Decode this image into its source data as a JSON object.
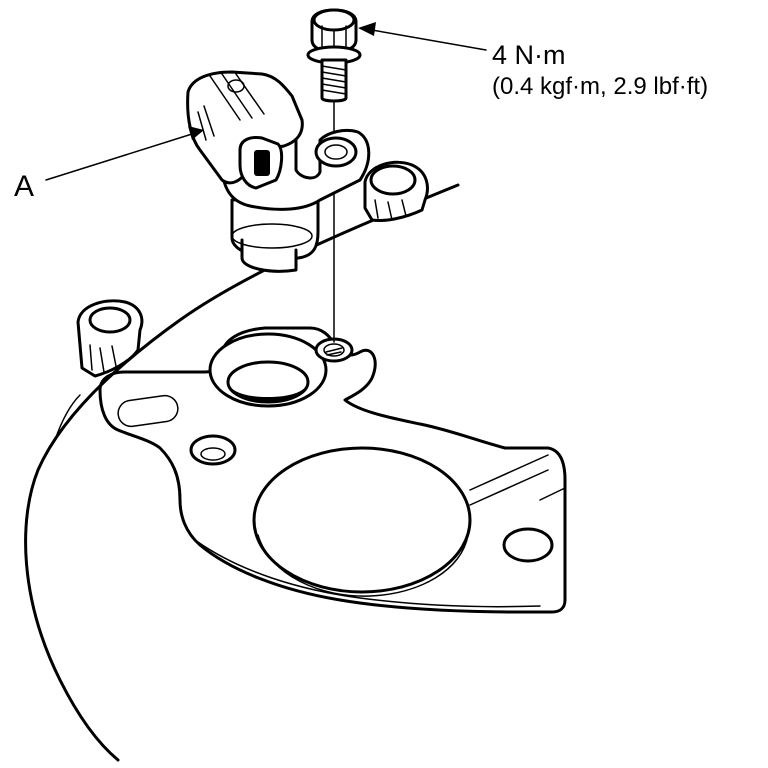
{
  "diagram": {
    "callouts": {
      "torque_value": "4 N·m",
      "torque_alt": "(0.4 kgf·m, 2.9 lbf·ft)",
      "part_label": "A"
    },
    "colors": {
      "ink": "#000000",
      "paper": "#ffffff"
    }
  }
}
